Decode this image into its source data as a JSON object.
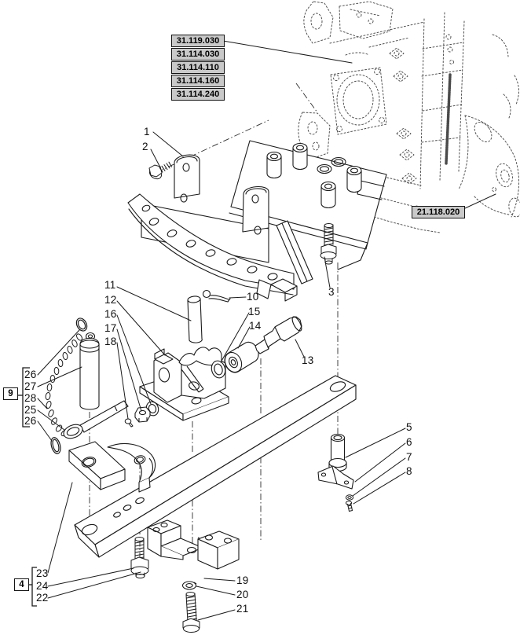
{
  "colors": {
    "background": "#ffffff",
    "line": "#1a1a1a",
    "phantom": "#4a4a4a",
    "ref_box_fill": "#c9c9c9",
    "ref_box_border": "#141414"
  },
  "ref_boxes": {
    "r1": "31.119.030",
    "r2": "31.114.030",
    "r3": "31.114.110",
    "r4": "31.114.160",
    "r5": "31.114.240",
    "r6": "21.118.020"
  },
  "group_boxes": {
    "g9": "9",
    "g4": "4"
  },
  "callouts": {
    "c1": "1",
    "c2": "2",
    "c3": "3",
    "c5": "5",
    "c6": "6",
    "c7": "7",
    "c8": "8",
    "c10": "10",
    "c11": "11",
    "c12": "12",
    "c13": "13",
    "c14": "14",
    "c15": "15",
    "c16": "16",
    "c17": "17",
    "c18": "18",
    "c19": "19",
    "c20": "20",
    "c21": "21",
    "c22": "22",
    "c23": "23",
    "c24": "24",
    "c25": "25",
    "c26a": "26",
    "c26b": "26",
    "c27": "27",
    "c28": "28"
  }
}
